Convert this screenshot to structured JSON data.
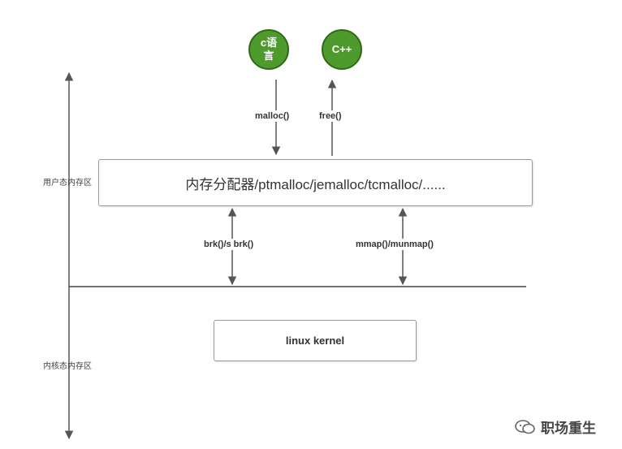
{
  "nodes": {
    "c_lang": "c语言",
    "cpp": "C++"
  },
  "edges": {
    "malloc": "malloc()",
    "free": "free()",
    "brk": "brk()/s brk()",
    "mmap": "mmap()/munmap()"
  },
  "boxes": {
    "allocator": "内存分配器/ptmalloc/jemalloc/tcmalloc/......",
    "kernel": "linux kernel"
  },
  "zones": {
    "user": "用户态内存区",
    "kernel": "内核态内存区"
  },
  "watermark": {
    "text": "职场重生"
  },
  "colors": {
    "node_fill": "#4e9a2c",
    "line": "#555555"
  }
}
